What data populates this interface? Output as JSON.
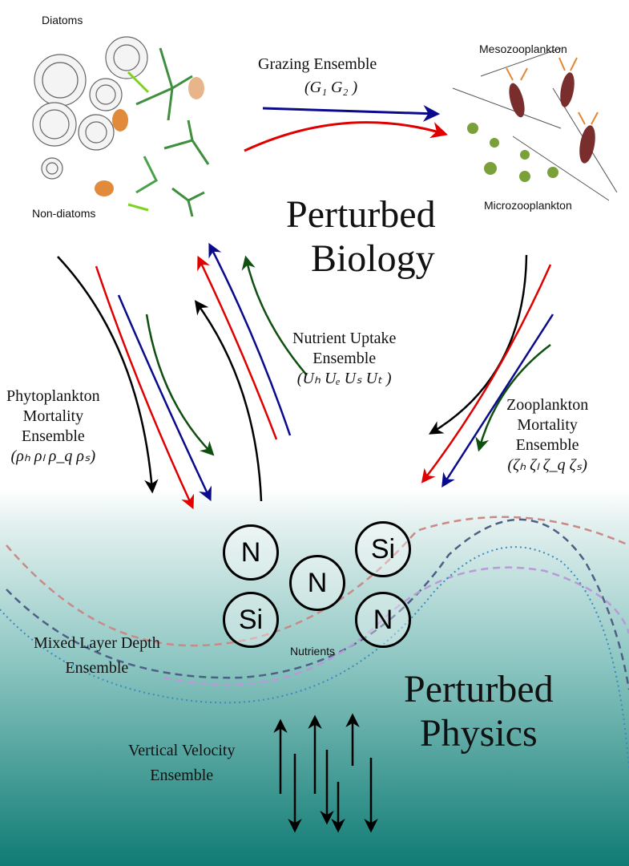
{
  "organisms": {
    "diatoms": "Diatoms",
    "non_diatoms": "Non-diatoms",
    "mesozooplankton": "Mesozooplankton",
    "microzooplankton": "Microzooplankton"
  },
  "grazing": {
    "title": "Grazing Ensemble",
    "params": "(G₁ G₂ )"
  },
  "biology": {
    "line1": "Perturbed",
    "line2": "Biology"
  },
  "uptake": {
    "line1": "Nutrient Uptake",
    "line2": "Ensemble",
    "params": "(Uₕ Uₑ Uₛ Uₜ )"
  },
  "phyto_mortality": {
    "line1": "Phytoplankton",
    "line2": "Mortality",
    "line3": "Ensemble",
    "params": "(ρₕ ρₗ ρ_q ρₛ)"
  },
  "zoo_mortality": {
    "line1": "Zooplankton",
    "line2": "Mortality",
    "line3": "Ensemble",
    "params": "(ζₕ ζₗ ζ_q ζₛ)"
  },
  "nutrients": {
    "label": "Nutrients",
    "circles": [
      "N",
      "Si",
      "N",
      "Si",
      "N"
    ]
  },
  "mld": {
    "line1": "Mixed Layer Depth",
    "line2": "Ensemble"
  },
  "physics": {
    "line1": "Perturbed",
    "line2": "Physics"
  },
  "vertical": {
    "line1": "Vertical Velocity",
    "line2": "Ensemble"
  },
  "colors": {
    "black": "#000000",
    "red": "#e00000",
    "blue": "#0a0a8c",
    "green": "#0f4f0f",
    "water_top": "#ffffff",
    "water_bottom": "#0f7b74"
  }
}
